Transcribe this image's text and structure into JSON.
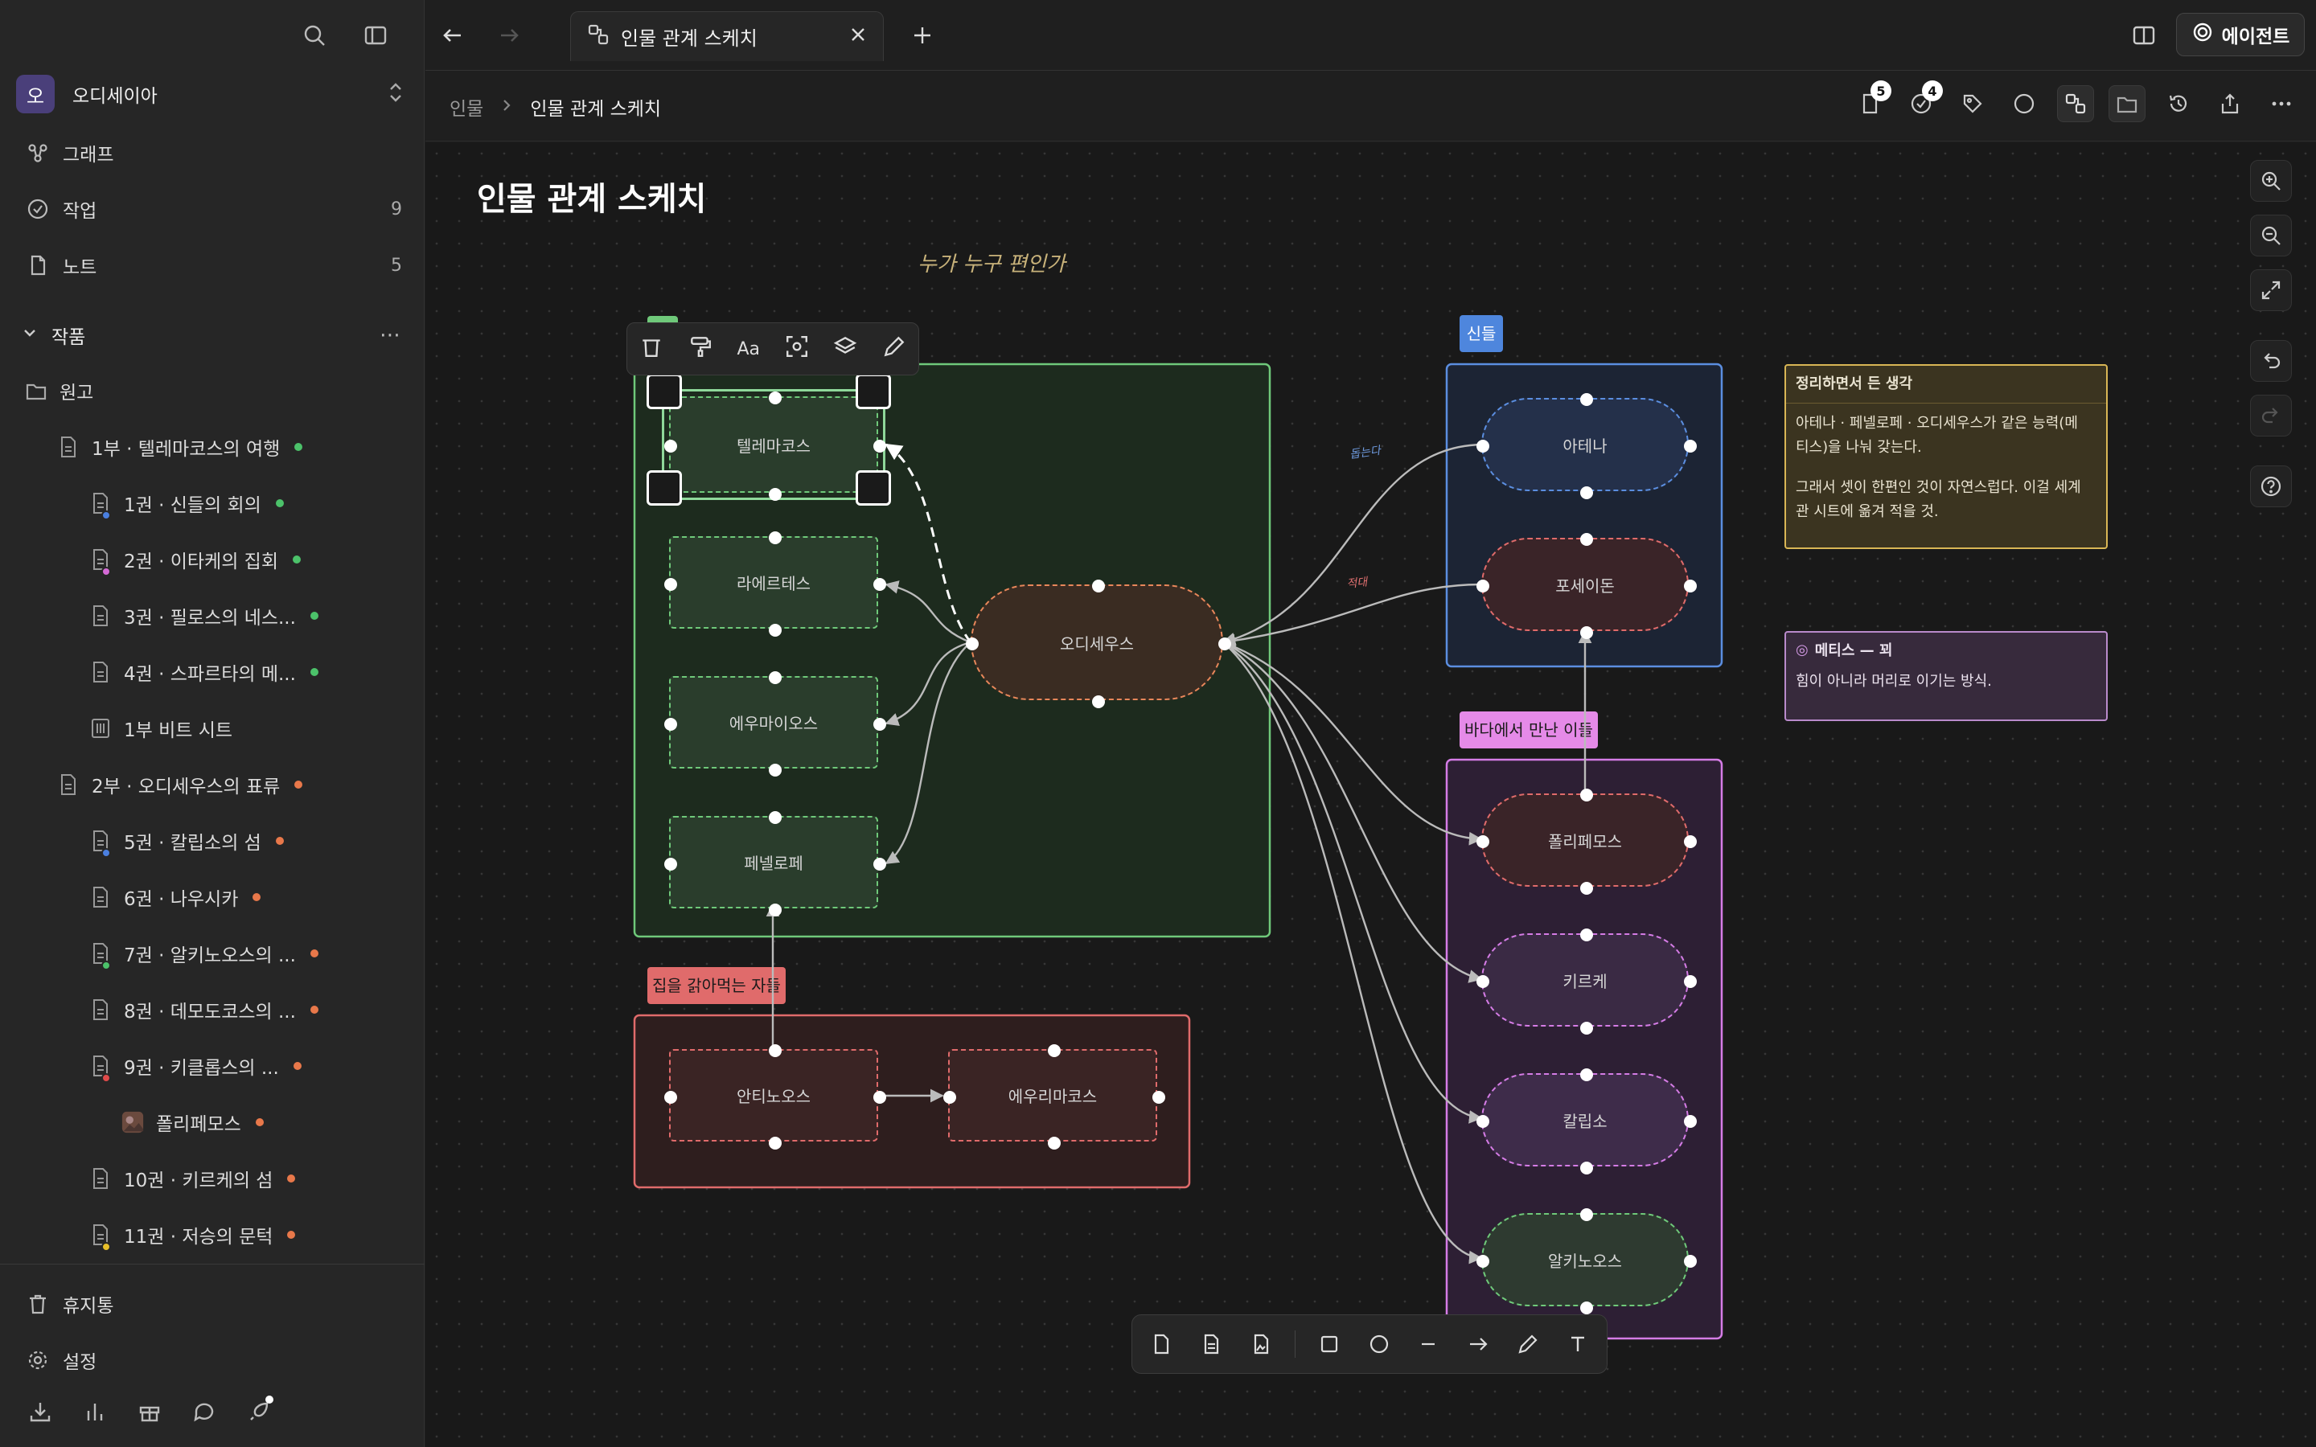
{
  "sidebar": {
    "workspace": {
      "avatar": "오",
      "name": "오디세이아"
    },
    "nav": [
      {
        "label": "그래프",
        "count": ""
      },
      {
        "label": "작업",
        "count": "9"
      },
      {
        "label": "노트",
        "count": "5"
      }
    ],
    "section": "작품",
    "tree": [
      {
        "label": "원고",
        "icon": "folder-icon",
        "badge": "",
        "dot": ""
      },
      {
        "label": "1부 · 텔레마코스의 여행",
        "icon": "document-icon",
        "badge": "",
        "dot": "#4cc26a"
      },
      {
        "label": "1권 · 신들의 회의",
        "icon": "document-icon",
        "badge": "#4a7fe0",
        "dot": "#4cc26a"
      },
      {
        "label": "2권 · 이타케의 집회",
        "icon": "document-icon",
        "badge": "#d56ad6",
        "dot": "#4cc26a"
      },
      {
        "label": "3권 · 필로스의 네스...",
        "icon": "document-icon",
        "badge": "",
        "dot": "#4cc26a"
      },
      {
        "label": "4권 · 스파르타의 메...",
        "icon": "document-icon",
        "badge": "",
        "dot": "#4cc26a"
      },
      {
        "label": "1부 비트 시트",
        "icon": "sheet-icon",
        "badge": "",
        "dot": ""
      },
      {
        "label": "2부 · 오디세우스의 표류",
        "icon": "document-icon",
        "badge": "",
        "dot": "#e8784a"
      },
      {
        "label": "5권 · 칼립소의 섬",
        "icon": "document-icon",
        "badge": "#4a7fe0",
        "dot": "#e8784a"
      },
      {
        "label": "6권 · 나우시카",
        "icon": "document-icon",
        "badge": "",
        "dot": "#e8784a"
      },
      {
        "label": "7권 · 알키노오스의 ...",
        "icon": "document-icon",
        "badge": "#4cc26a",
        "dot": "#e8784a"
      },
      {
        "label": "8권 · 데모도코스의 ...",
        "icon": "document-icon",
        "badge": "",
        "dot": "#e8784a"
      },
      {
        "label": "9권 · 키클롭스의 ...",
        "icon": "document-icon",
        "badge": "#e04a4a",
        "dot": "#e8784a"
      },
      {
        "label": "폴리페모스",
        "icon": "image-thumb-icon",
        "badge": "",
        "dot": "#e8784a"
      },
      {
        "label": "10권 · 키르케의 섬",
        "icon": "document-icon",
        "badge": "",
        "dot": "#e8784a"
      },
      {
        "label": "11권 · 저승의 문턱",
        "icon": "document-icon",
        "badge": "#e8c02a",
        "dot": "#e8784a"
      }
    ],
    "trash": "휴지통",
    "settings": "설정"
  },
  "tab": {
    "title": "인물 관계 스케치"
  },
  "agent": "에이전트",
  "breadcrumb": {
    "parent": "인물",
    "current": "인물 관계 스케치"
  },
  "toolbar_badges": {
    "docs": "5",
    "tasks": "4"
  },
  "canvas": {
    "title": "인물 관계 스케치",
    "handwriting": "누가 누구 편인가",
    "hand_small1": "돕는다",
    "hand_small2": "적대",
    "groups": {
      "ithaca": "",
      "gods": "신들",
      "sea": "바다에서 만난 이들",
      "suitors": "집을 갉아먹는 자들"
    },
    "nodes": {
      "telemachus": "텔레마코스",
      "laertes": "라에르테스",
      "eumaeus": "에우마이오스",
      "penelope": "페넬로페",
      "odysseus": "오디세우스",
      "athena": "아테나",
      "poseidon": "포세이돈",
      "polyphemus": "폴리페모스",
      "circe": "키르케",
      "calypso": "칼립소",
      "alcinous": "알키노오스",
      "antinous": "안티노오스",
      "eurymachus": "에우리마코스"
    },
    "note1": {
      "title": "정리하면서 든 생각",
      "line1": "아테나 · 페넬로페 · 오디세우스가 같은 능력(메",
      "line2": "티스)을 나눠 갖는다.",
      "line3": "그래서 셋이 한편인 것이 자연스럽다. 이걸 세계",
      "line4": "관 시트에 옮겨 적을 것."
    },
    "note2": {
      "title": "메티스 — 꾀",
      "body": "힘이 아니라 머리로 이기는 방식."
    }
  },
  "colors": {
    "green": "#6fc97a",
    "blue": "#5b8ee0",
    "pink": "#d57ce6",
    "red": "#e06b6b",
    "orange": "#e8875a",
    "yellow": "#e8c75a"
  }
}
